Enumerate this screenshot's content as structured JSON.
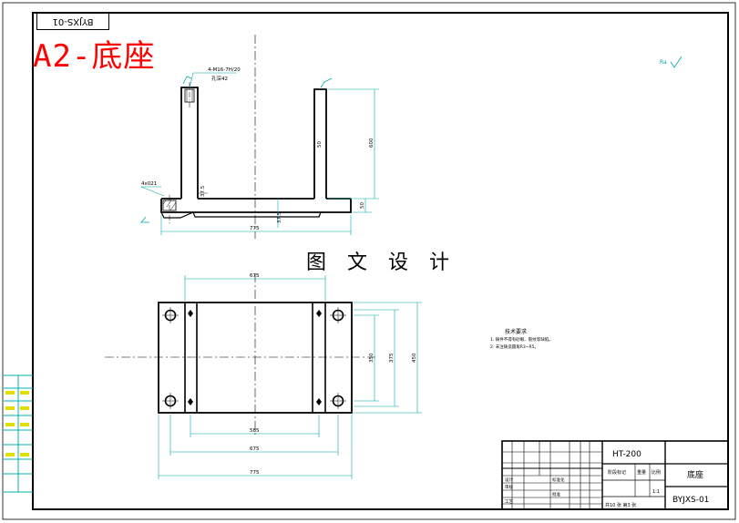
{
  "sheet": {
    "title": "A2-底座",
    "code_top": "BYJXS-01",
    "watermark": "图 文 设 计"
  },
  "title_block": {
    "material": "HT-200",
    "part_name": "底座",
    "drawing_number": "BYJXS-01",
    "scale": "1:1",
    "sheet_count": "共10 张 第3 张",
    "col_labels": [
      "阶段标记",
      "重量",
      "比例"
    ],
    "row_labels": [
      "设计",
      "标准化",
      "审核",
      "工艺",
      "批准"
    ]
  },
  "tech_requirements": {
    "heading": "技术要求",
    "items": [
      "1. 铸件不得有砂眼、裂纹等缺陷。",
      "2. 未注铸造圆角R3~R5。"
    ]
  },
  "dimensions": {
    "front": {
      "overall_width": "775",
      "base_thickness": "37.5",
      "rib_height": "37.5",
      "upright_height": "600",
      "upright_width": "50",
      "flange_thick": "50",
      "hole_note": "4-M16-7H/20",
      "hole_note2": "孔深42",
      "hole_pitch": "4x021"
    },
    "plan": {
      "top_span": "675",
      "bottom_inner": "585",
      "bottom_mid": "675",
      "bottom_overall": "775",
      "right_inner": "350",
      "right_mid": "375",
      "right_overall": "450"
    }
  },
  "symbols": {
    "roughness_general": "Ra",
    "roughness_top": "Ra"
  }
}
